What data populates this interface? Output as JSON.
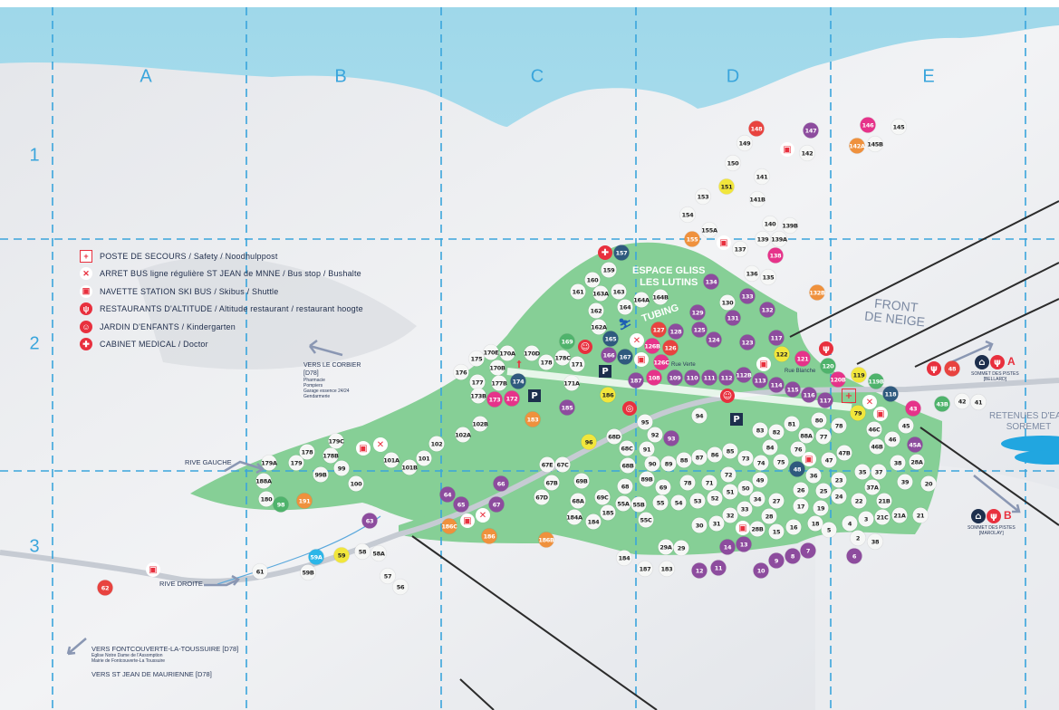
{
  "grid": {
    "columns": [
      "A",
      "B",
      "C",
      "D",
      "E"
    ],
    "rows": [
      "1",
      "2",
      "3"
    ]
  },
  "legend": [
    {
      "icon": "first-aid-icon",
      "label": "POSTE DE SECOURS / Safety / Noodhulppost"
    },
    {
      "icon": "bus-stop-x-icon",
      "label": "ARRET BUS ligne régulière ST JEAN de MNNE / Bus stop / Bushalte"
    },
    {
      "icon": "shuttle-bus-icon",
      "label": "NAVETTE STATION SKI BUS / Skibus / Shuttle"
    },
    {
      "icon": "restaurant-icon",
      "label": "RESTAURANTS D'ALTITUDE / Altitude restaurant / restaurant hoogte"
    },
    {
      "icon": "kindergarten-icon",
      "label": "JARDIN D'ENFANTS / Kindergarten"
    },
    {
      "icon": "doctor-icon",
      "label": "CABINET MEDICAL / Doctor"
    }
  ],
  "labels": {
    "corbier": "VERS LE CORBIER",
    "corbier_road": "[D78]",
    "corbier_sub": [
      "Pharmacie",
      "Pompiers",
      "Garage essence 24/24",
      "Gendarmerie"
    ],
    "rive_gauche": "RIVE GAUCHE",
    "rive_droite": "RIVE DROITE",
    "fontcouverte": "VERS FONTCOUVERTE-LA-TOUSSUIRE [D78]",
    "fontcouverte_sub": [
      "Eglise Notre Dame de l'Assomption",
      "Mairie de Fontcouverte-La Toussuire"
    ],
    "st_jean": "VERS ST JEAN DE MAURIENNE [D78]",
    "espace": "ESPACE GLISS",
    "lutins": "LES LUTINS",
    "tubing": "TUBING",
    "rue_verte": "Rue Verte",
    "rue_blanche": "Rue Blanche",
    "front": "FRONT",
    "de_neige": "DE NEIGE",
    "retenues": "RETENUES D'EAU",
    "soremet": "SOREMET",
    "sommet_a": "SOMMET DES PISTES",
    "sommet_a_name": "[BELLARD]",
    "letter_a": "A",
    "sommet_b": "SOMMET DES PISTES",
    "sommet_b_name": "[MAROLAY]",
    "letter_b": "B",
    "parking": "P"
  },
  "colors": {
    "white": "#f6f7f6",
    "purple": "#8d4c9e",
    "pink": "#e6338a",
    "orange": "#ef913d",
    "yellow": "#f1e63c",
    "green": "#4fb36c",
    "navy": "#2f5a7e",
    "red": "#e8433f",
    "cyan": "#2cb6e8",
    "grid": "#3aa5dc",
    "sky": "#a9dcec",
    "meadow": "#86cf96"
  },
  "markers": [
    [
      "148",
      "red"
    ],
    [
      "147",
      "purple"
    ],
    [
      "149",
      "white"
    ],
    [
      "150",
      "white"
    ],
    [
      "151",
      "yellow"
    ],
    [
      "153",
      "white"
    ],
    [
      "154",
      "white"
    ],
    [
      "155",
      "orange"
    ],
    [
      "155A",
      "white"
    ],
    [
      "137",
      "white"
    ],
    [
      "138",
      "pink"
    ],
    [
      "139",
      "white"
    ],
    [
      "139A",
      "white"
    ],
    [
      "140",
      "white"
    ],
    [
      "139B",
      "white"
    ],
    [
      "141",
      "white"
    ],
    [
      "141B",
      "white"
    ],
    [
      "142",
      "white"
    ],
    [
      "146",
      "pink"
    ],
    [
      "145",
      "white"
    ],
    [
      "145B",
      "white"
    ],
    [
      "142A",
      "orange"
    ],
    [
      "157",
      "navy"
    ],
    [
      "159",
      "white"
    ],
    [
      "160",
      "white"
    ],
    [
      "161",
      "white"
    ],
    [
      "163A",
      "white"
    ],
    [
      "163",
      "white"
    ],
    [
      "162",
      "white"
    ],
    [
      "164",
      "white"
    ],
    [
      "164A",
      "white"
    ],
    [
      "164B",
      "white"
    ],
    [
      "162A",
      "white"
    ],
    [
      "165",
      "navy"
    ],
    [
      "166",
      "purple"
    ],
    [
      "167",
      "navy"
    ],
    [
      "169",
      "green"
    ],
    [
      "171",
      "white"
    ],
    [
      "171A",
      "white"
    ],
    [
      "134",
      "purple"
    ],
    [
      "133",
      "purple"
    ],
    [
      "130",
      "white"
    ],
    [
      "129",
      "purple"
    ],
    [
      "131",
      "purple"
    ],
    [
      "132",
      "purple"
    ],
    [
      "127",
      "red"
    ],
    [
      "128",
      "purple"
    ],
    [
      "126B",
      "pink"
    ],
    [
      "126",
      "red"
    ],
    [
      "125",
      "purple"
    ],
    [
      "124",
      "purple"
    ],
    [
      "123",
      "purple"
    ],
    [
      "117",
      "purple"
    ],
    [
      "126C",
      "pink"
    ],
    [
      "122",
      "yellow"
    ],
    [
      "121",
      "pink"
    ],
    [
      "120",
      "green"
    ],
    [
      "120B",
      "pink"
    ],
    [
      "119",
      "yellow"
    ],
    [
      "119B",
      "green"
    ],
    [
      "118",
      "navy"
    ],
    [
      "79",
      "yellow"
    ],
    [
      "43",
      "pink"
    ],
    [
      "43B",
      "green"
    ],
    [
      "42",
      "white"
    ],
    [
      "41",
      "white"
    ],
    [
      "132B",
      "orange"
    ],
    [
      "136",
      "white"
    ],
    [
      "135",
      "white"
    ],
    [
      "187",
      "purple"
    ],
    [
      "108",
      "pink"
    ],
    [
      "109",
      "purple"
    ],
    [
      "110",
      "purple"
    ],
    [
      "111",
      "purple"
    ],
    [
      "112",
      "purple"
    ],
    [
      "112B",
      "purple"
    ],
    [
      "113",
      "purple"
    ],
    [
      "114",
      "purple"
    ],
    [
      "115",
      "purple"
    ],
    [
      "116",
      "purple"
    ],
    [
      "117",
      "purple"
    ],
    [
      "170E",
      "white"
    ],
    [
      "170A",
      "white"
    ],
    [
      "170D",
      "white"
    ],
    [
      "175",
      "white"
    ],
    [
      "176",
      "white"
    ],
    [
      "170B",
      "white"
    ],
    [
      "178",
      "white"
    ],
    [
      "178C",
      "white"
    ],
    [
      "177",
      "white"
    ],
    [
      "177B",
      "white"
    ],
    [
      "174",
      "navy"
    ],
    [
      "173B",
      "white"
    ],
    [
      "173",
      "pink"
    ],
    [
      "172",
      "pink"
    ],
    [
      "185",
      "purple"
    ],
    [
      "186",
      "yellow"
    ],
    [
      "183",
      "orange"
    ],
    [
      "102B",
      "white"
    ],
    [
      "102A",
      "white"
    ],
    [
      "102",
      "white"
    ],
    [
      "101",
      "white"
    ],
    [
      "101A",
      "white"
    ],
    [
      "101B",
      "white"
    ],
    [
      "100",
      "white"
    ],
    [
      "96",
      "yellow"
    ],
    [
      "95",
      "white"
    ],
    [
      "94",
      "white"
    ],
    [
      "68D",
      "white"
    ],
    [
      "68C",
      "white"
    ],
    [
      "91",
      "white"
    ],
    [
      "92",
      "white"
    ],
    [
      "93",
      "purple"
    ],
    [
      "68B",
      "white"
    ],
    [
      "90",
      "white"
    ],
    [
      "89",
      "white"
    ],
    [
      "88",
      "white"
    ],
    [
      "87",
      "white"
    ],
    [
      "86",
      "white"
    ],
    [
      "85",
      "white"
    ],
    [
      "89B",
      "white"
    ],
    [
      "83",
      "white"
    ],
    [
      "82",
      "white"
    ],
    [
      "81",
      "white"
    ],
    [
      "88A",
      "white"
    ],
    [
      "77",
      "white"
    ],
    [
      "80",
      "white"
    ],
    [
      "78",
      "white"
    ],
    [
      "84",
      "white"
    ],
    [
      "74",
      "white"
    ],
    [
      "75",
      "white"
    ],
    [
      "76",
      "white"
    ],
    [
      "73",
      "white"
    ],
    [
      "47",
      "white"
    ],
    [
      "47B",
      "white"
    ],
    [
      "49",
      "white"
    ],
    [
      "72",
      "white"
    ],
    [
      "78",
      "white"
    ],
    [
      "71",
      "white"
    ],
    [
      "69",
      "white"
    ],
    [
      "48",
      "navy"
    ],
    [
      "36",
      "white"
    ],
    [
      "35",
      "white"
    ],
    [
      "37",
      "white"
    ],
    [
      "38",
      "white"
    ],
    [
      "39",
      "white"
    ],
    [
      "28A",
      "white"
    ],
    [
      "45A",
      "purple"
    ],
    [
      "45",
      "white"
    ],
    [
      "46C",
      "white"
    ],
    [
      "46",
      "white"
    ],
    [
      "46B",
      "white"
    ],
    [
      "23",
      "white"
    ],
    [
      "25",
      "white"
    ],
    [
      "26",
      "white"
    ],
    [
      "24",
      "white"
    ],
    [
      "22",
      "white"
    ],
    [
      "37A",
      "white"
    ],
    [
      "21B",
      "white"
    ],
    [
      "21C",
      "white"
    ],
    [
      "21A",
      "white"
    ],
    [
      "21",
      "white"
    ],
    [
      "20",
      "white"
    ],
    [
      "17",
      "white"
    ],
    [
      "19",
      "white"
    ],
    [
      "18",
      "white"
    ],
    [
      "16",
      "white"
    ],
    [
      "15",
      "white"
    ],
    [
      "28B",
      "white"
    ],
    [
      "28",
      "white"
    ],
    [
      "27",
      "white"
    ],
    [
      "34",
      "white"
    ],
    [
      "50",
      "white"
    ],
    [
      "51",
      "white"
    ],
    [
      "52",
      "white"
    ],
    [
      "53",
      "white"
    ],
    [
      "54",
      "white"
    ],
    [
      "55",
      "white"
    ],
    [
      "55B",
      "white"
    ],
    [
      "55C",
      "white"
    ],
    [
      "31",
      "white"
    ],
    [
      "32",
      "white"
    ],
    [
      "33",
      "white"
    ],
    [
      "30",
      "white"
    ],
    [
      "14",
      "purple"
    ],
    [
      "13",
      "purple"
    ],
    [
      "29A",
      "white"
    ],
    [
      "29",
      "white"
    ],
    [
      "187",
      "white"
    ],
    [
      "183",
      "white"
    ],
    [
      "12",
      "purple"
    ],
    [
      "11",
      "purple"
    ],
    [
      "10",
      "purple"
    ],
    [
      "9",
      "purple"
    ],
    [
      "8",
      "purple"
    ],
    [
      "7",
      "purple"
    ],
    [
      "6",
      "purple"
    ],
    [
      "5",
      "white"
    ],
    [
      "4",
      "white"
    ],
    [
      "3",
      "white"
    ],
    [
      "2",
      "white"
    ],
    [
      "38",
      "white"
    ],
    [
      "67E",
      "white"
    ],
    [
      "67C",
      "white"
    ],
    [
      "67B",
      "white"
    ],
    [
      "67D",
      "white"
    ],
    [
      "69B",
      "white"
    ],
    [
      "68",
      "white"
    ],
    [
      "69C",
      "white"
    ],
    [
      "68A",
      "white"
    ],
    [
      "66",
      "purple"
    ],
    [
      "64",
      "purple"
    ],
    [
      "65",
      "purple"
    ],
    [
      "67",
      "purple"
    ],
    [
      "186C",
      "orange"
    ],
    [
      "186",
      "orange"
    ],
    [
      "186B",
      "orange"
    ],
    [
      "184A",
      "white"
    ],
    [
      "184",
      "white"
    ],
    [
      "185",
      "white"
    ],
    [
      "55A",
      "white"
    ],
    [
      "184",
      "white"
    ],
    [
      "63",
      "purple"
    ],
    [
      "179C",
      "white"
    ],
    [
      "178",
      "white"
    ],
    [
      "178B",
      "white"
    ],
    [
      "179",
      "white"
    ],
    [
      "179A",
      "white"
    ],
    [
      "99",
      "white"
    ],
    [
      "99B",
      "white"
    ],
    [
      "188A",
      "white"
    ],
    [
      "180",
      "white"
    ],
    [
      "98",
      "green"
    ],
    [
      "191",
      "orange"
    ],
    [
      "59A",
      "cyan"
    ],
    [
      "59",
      "yellow"
    ],
    [
      "58",
      "white"
    ],
    [
      "58A",
      "white"
    ],
    [
      "59B",
      "white"
    ],
    [
      "61",
      "white"
    ],
    [
      "57",
      "white"
    ],
    [
      "56",
      "white"
    ],
    [
      "62",
      "red"
    ],
    [
      "48",
      "red"
    ]
  ]
}
